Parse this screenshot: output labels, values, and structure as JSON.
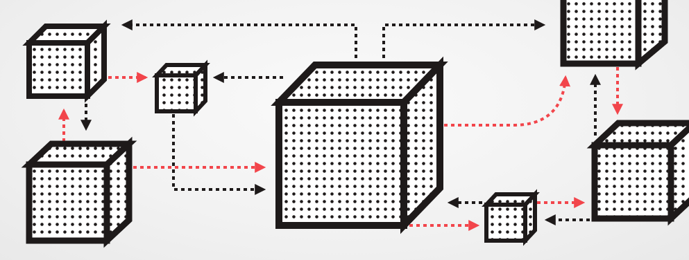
{
  "diagram": {
    "style": "isometric dotted cubes connected by dashed arrows",
    "colors": {
      "background": "#f3f3f3",
      "cube_outline": "#1e1a1a",
      "cube_fill": "#ffffff",
      "cube_dots": "#1e1a1a",
      "connector_dark": "#1e1a1a",
      "connector_red": "#f2454b"
    },
    "nodes": [
      {
        "id": "cube-top-left",
        "size": "medium"
      },
      {
        "id": "cube-small-top",
        "size": "small"
      },
      {
        "id": "cube-bottom-left",
        "size": "large"
      },
      {
        "id": "cube-center",
        "size": "xlarge"
      },
      {
        "id": "cube-small-bottom",
        "size": "small"
      },
      {
        "id": "cube-top-right",
        "size": "medium"
      },
      {
        "id": "cube-bottom-right",
        "size": "large"
      }
    ],
    "connectors": [
      {
        "id": "top-bus-left",
        "color": "dark",
        "from": "cube-center",
        "to": "cube-top-left"
      },
      {
        "id": "top-bus-right",
        "color": "dark",
        "from": "cube-center",
        "to": "cube-top-right"
      },
      {
        "id": "topleft-to-smalltop",
        "color": "red",
        "from": "cube-top-left",
        "to": "cube-small-top"
      },
      {
        "id": "center-to-smalltop",
        "color": "dark",
        "from": "cube-center",
        "to": "cube-small-top"
      },
      {
        "id": "topleft-to-bottomleft",
        "color": "dark",
        "from": "cube-top-left",
        "to": "cube-bottom-left"
      },
      {
        "id": "bottomleft-to-topleft",
        "color": "red",
        "from": "cube-bottom-left",
        "to": "cube-top-left"
      },
      {
        "id": "bottomleft-to-center",
        "color": "red",
        "from": "cube-bottom-left",
        "to": "cube-center"
      },
      {
        "id": "smalltop-to-center",
        "color": "dark",
        "from": "cube-small-top",
        "to": "cube-center"
      },
      {
        "id": "center-to-topright",
        "color": "red",
        "from": "cube-center",
        "to": "cube-top-right"
      },
      {
        "id": "bottomright-to-topright",
        "color": "dark",
        "from": "cube-bottom-right",
        "to": "cube-top-right"
      },
      {
        "id": "topright-to-bottomright",
        "color": "red",
        "from": "cube-top-right",
        "to": "cube-bottom-right"
      },
      {
        "id": "smallbottom-to-center",
        "color": "dark",
        "from": "cube-small-bottom",
        "to": "cube-center"
      },
      {
        "id": "smallbottom-to-bottomright",
        "color": "red",
        "from": "cube-small-bottom",
        "to": "cube-bottom-right"
      },
      {
        "id": "center-to-smallbottom",
        "color": "red",
        "from": "cube-center",
        "to": "cube-small-bottom"
      },
      {
        "id": "bottomright-to-smallbottom",
        "color": "dark",
        "from": "cube-bottom-right",
        "to": "cube-small-bottom"
      }
    ]
  }
}
